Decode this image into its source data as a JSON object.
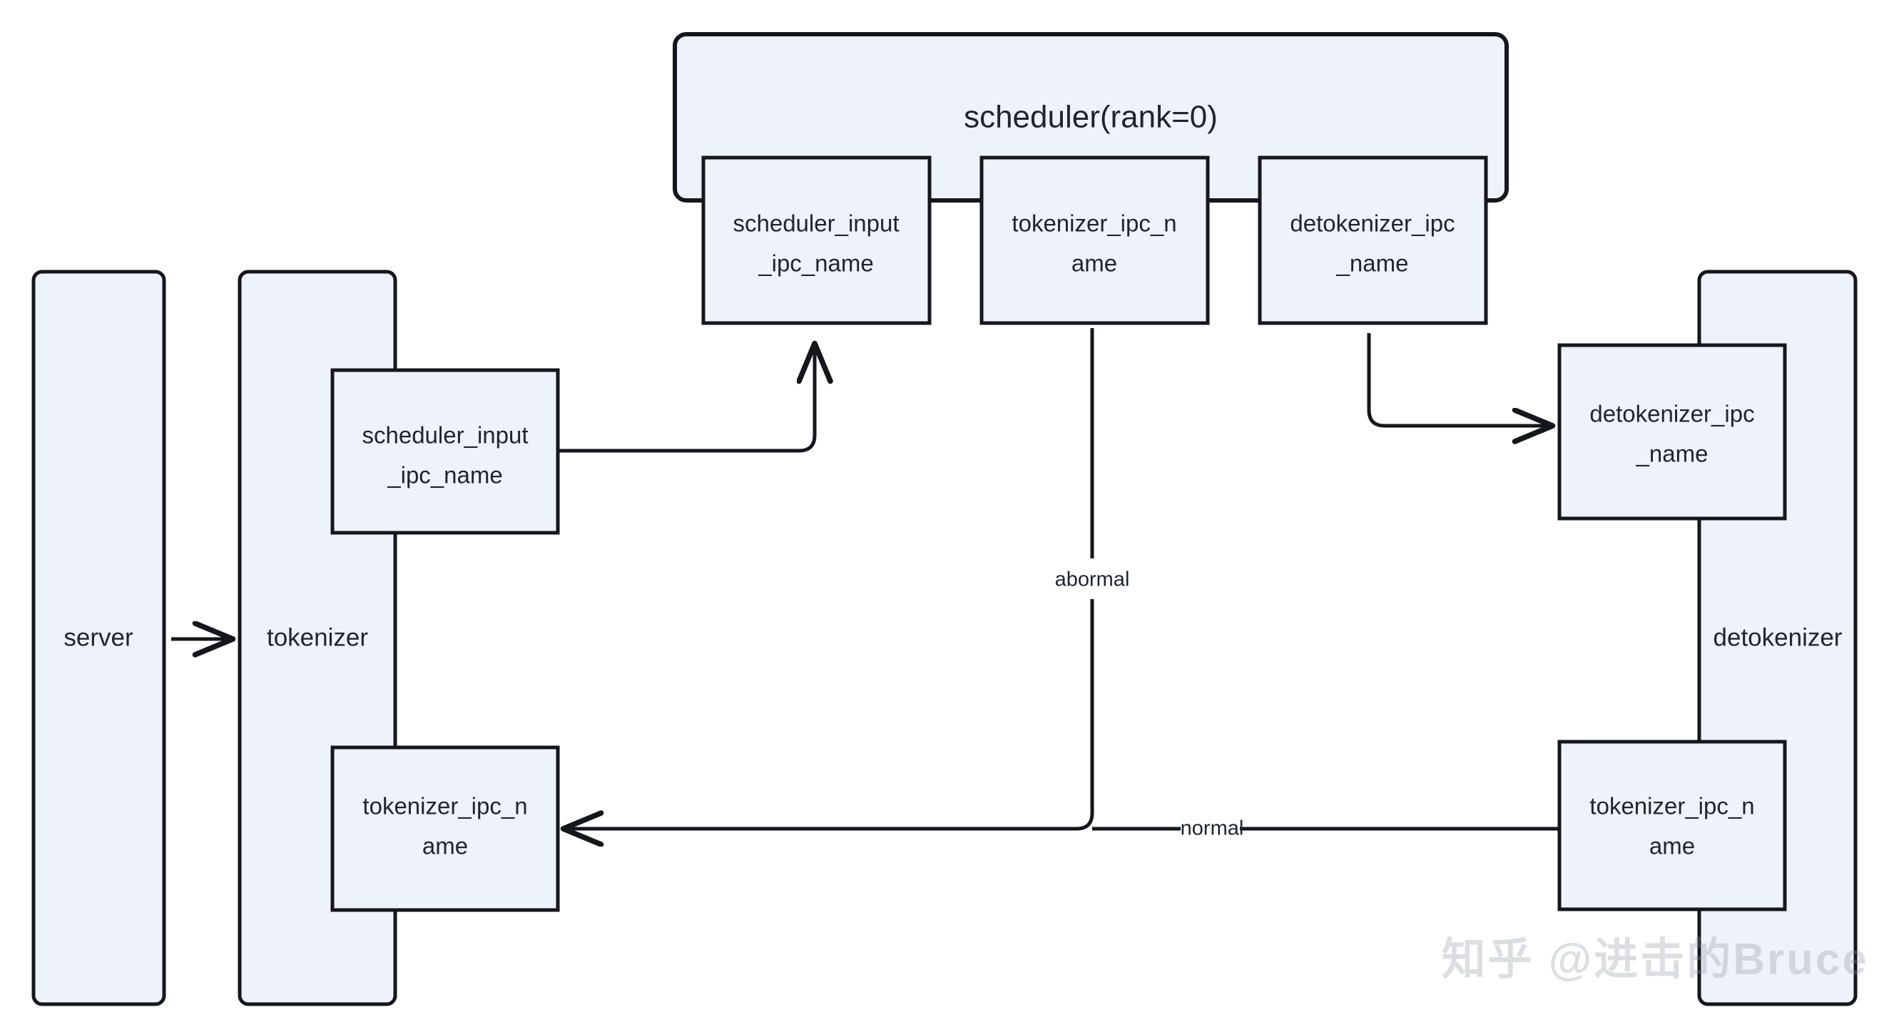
{
  "diagram": {
    "type": "flowchart",
    "background": "#ffffff",
    "node_fill": "#eef2fb",
    "stroke": "#16161d",
    "text_color": "#1f2430",
    "groups": [
      {
        "id": "scheduler",
        "label": "scheduler(rank=0)",
        "children": [
          "scheduler_input_ipc_name_s",
          "tokenizer_ipc_name_s",
          "detokenizer_ipc_name_s"
        ]
      }
    ],
    "lanes": [
      {
        "id": "server",
        "label": "server"
      },
      {
        "id": "tokenizer",
        "label": "tokenizer"
      },
      {
        "id": "detokenizer",
        "label": "detokenizer"
      }
    ],
    "nodes": [
      {
        "id": "scheduler_input_ipc_name_s",
        "label": "scheduler_input_ipc_name",
        "line1": "scheduler_input",
        "line2": "_ipc_name",
        "parent": "scheduler"
      },
      {
        "id": "tokenizer_ipc_name_s",
        "label": "tokenizer_ipc_name",
        "line1": "tokenizer_ipc_n",
        "line2": "ame",
        "parent": "scheduler"
      },
      {
        "id": "detokenizer_ipc_name_s",
        "label": "detokenizer_ipc_name",
        "line1": "detokenizer_ipc",
        "line2": "_name",
        "parent": "scheduler"
      },
      {
        "id": "scheduler_input_ipc_name_t",
        "label": "scheduler_input_ipc_name",
        "line1": "scheduler_input",
        "line2": "_ipc_name",
        "parent": "tokenizer"
      },
      {
        "id": "tokenizer_ipc_name_t",
        "label": "tokenizer_ipc_name",
        "line1": "tokenizer_ipc_n",
        "line2": "ame",
        "parent": "tokenizer"
      },
      {
        "id": "detokenizer_ipc_name_d",
        "label": "detokenizer_ipc_name",
        "line1": "detokenizer_ipc",
        "line2": "_name",
        "parent": "detokenizer"
      },
      {
        "id": "tokenizer_ipc_name_d",
        "label": "tokenizer_ipc_name",
        "line1": "tokenizer_ipc_n",
        "line2": "ame",
        "parent": "detokenizer"
      }
    ],
    "edges": [
      {
        "id": "edge-server-tokenizer",
        "from": "server",
        "to": "tokenizer",
        "label": ""
      },
      {
        "id": "edge-scheduler-input",
        "from": "scheduler_input_ipc_name_t",
        "to": "scheduler_input_ipc_name_s",
        "label": ""
      },
      {
        "id": "edge-detokenizer",
        "from": "detokenizer_ipc_name_s",
        "to": "detokenizer_ipc_name_d",
        "label": ""
      },
      {
        "id": "edge-abormal",
        "from": "tokenizer_ipc_name_s",
        "to": "tokenizer_ipc_name_t",
        "label": "abormal"
      },
      {
        "id": "edge-normal",
        "from": "tokenizer_ipc_name_d",
        "to": "tokenizer_ipc_name_t",
        "label": "normal"
      }
    ],
    "edge_labels": {
      "abormal": "abormal",
      "normal": "normal"
    }
  },
  "watermark": {
    "text": "知乎 @进击的Bruce"
  }
}
